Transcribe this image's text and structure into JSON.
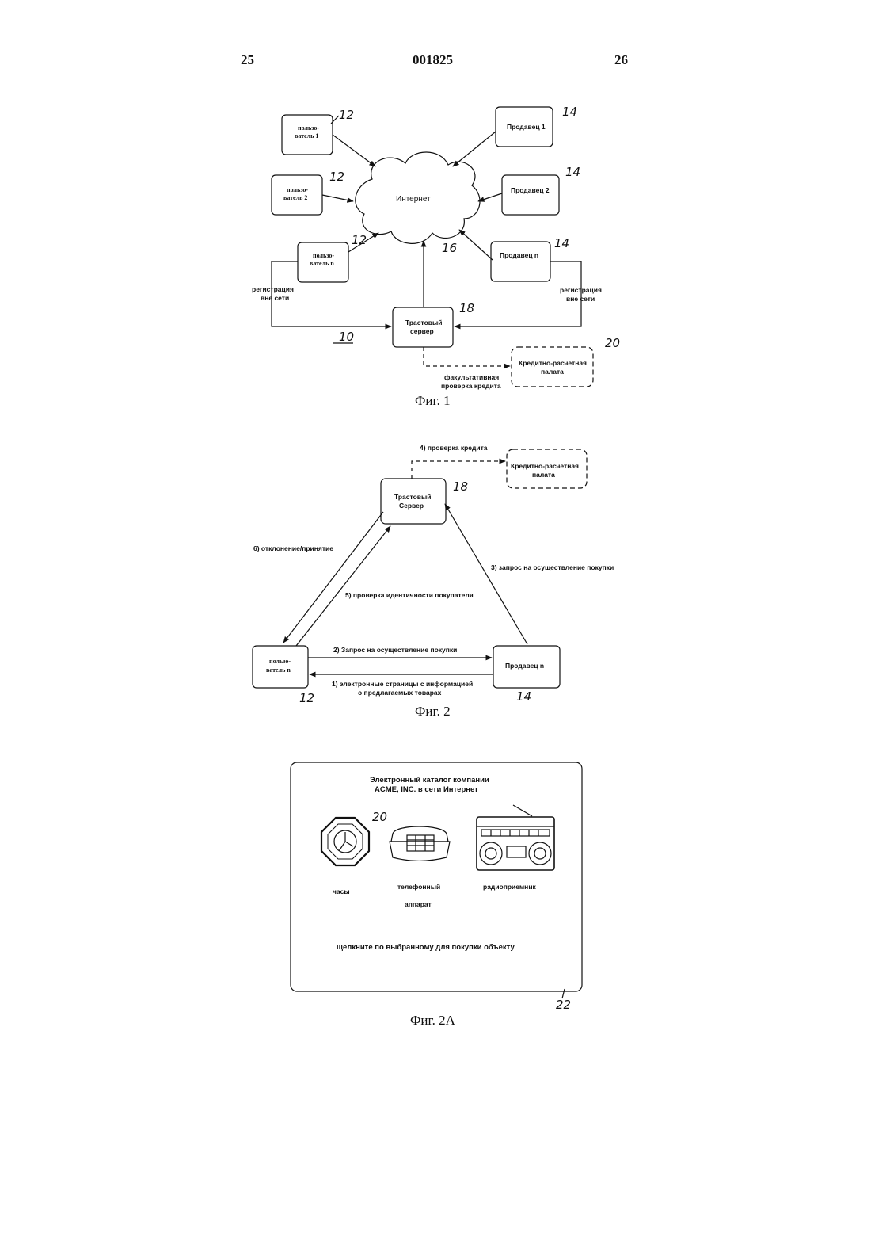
{
  "header": {
    "left_page": "25",
    "patent_number": "001825",
    "right_page": "26"
  },
  "fig1": {
    "user1": [
      "пользо-",
      "ватель 1"
    ],
    "user2": [
      "пользо-",
      "ватель 2"
    ],
    "usern": [
      "пользо-",
      "ватель n"
    ],
    "vendor1": "Продавец 1",
    "vendor2": "Продавец 2",
    "vendorn": "Продавец n",
    "internet": "Интернет",
    "offline_left": [
      "регистрация",
      "вне сети"
    ],
    "offline_right": [
      "регистрация",
      "вне сети"
    ],
    "trust_server": [
      "Трастовый",
      "сервер"
    ],
    "clearing_house": [
      "Кредитно-расчетная",
      "палата"
    ],
    "credit_check": [
      "факультативная",
      "проверка кредита"
    ],
    "ref_12": "12",
    "ref_14": "14",
    "ref_16": "16",
    "ref_18": "18",
    "ref_20": "20",
    "ref_10": "10",
    "caption": "Фиг. 1"
  },
  "fig2": {
    "trust_server": [
      "Трастовый",
      "Сервер"
    ],
    "clearing_house": [
      "Кредитно-расчетная",
      "палата"
    ],
    "step4": "4)  проверка кредита",
    "step6": "6) отклонение/принятие",
    "step3": "3) запрос на осуществление покупки",
    "step5": "5) проверка идентичности покупателя",
    "step2": "2) Запрос на осуществление покупки",
    "step1": [
      "1) электронные страницы с информацией",
      "о предлагаемых товарах"
    ],
    "usern": [
      "пользо-",
      "ватель n"
    ],
    "vendorn": "Продавец n",
    "ref_18": "18",
    "ref_12": "12",
    "ref_14": "14",
    "caption": "Фиг. 2"
  },
  "fig2a": {
    "title": [
      "Электронный каталог компании",
      "ACME, INC. в сети Интернет"
    ],
    "item_clock": "часы",
    "item_phone": [
      "телефонный",
      "аппарат"
    ],
    "item_radio": "радиоприемник",
    "instruction": "щелкните по выбранному для покупки объекту",
    "ref_20": "20",
    "ref_22": "22",
    "caption": "Фиг. 2А"
  }
}
